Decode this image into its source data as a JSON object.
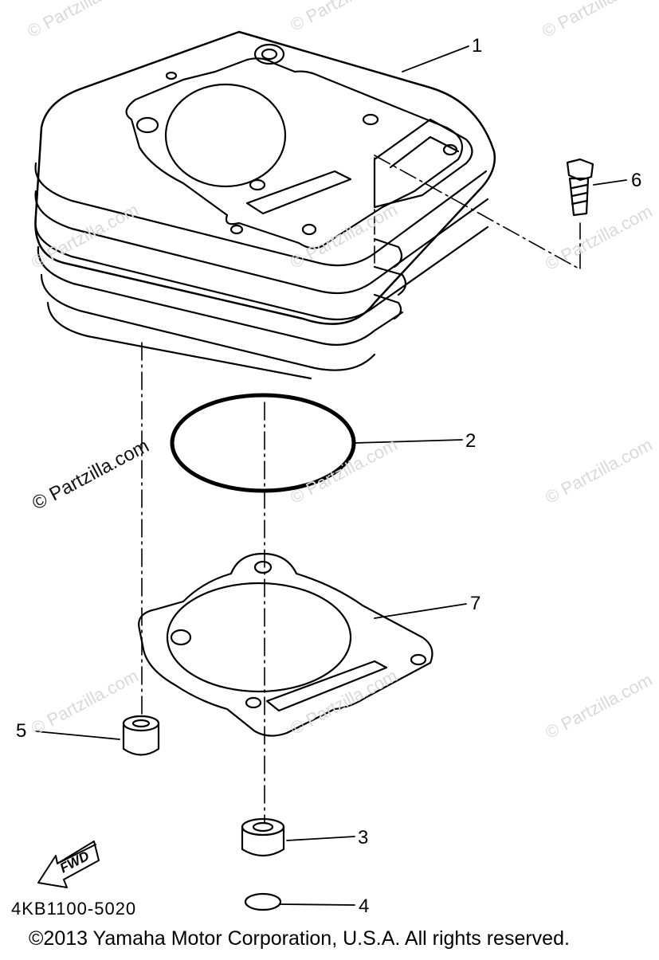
{
  "callouts": {
    "c1": "1",
    "c2": "2",
    "c3": "3",
    "c4": "4",
    "c5": "5",
    "c6": "6",
    "c7": "7"
  },
  "fwd_label": "FWD",
  "part_code": "4KB1100-5020",
  "watermark": "© Partzilla.com",
  "copyright": "©2013 Yamaha Motor Corporation, U.S.A. All rights reserved."
}
